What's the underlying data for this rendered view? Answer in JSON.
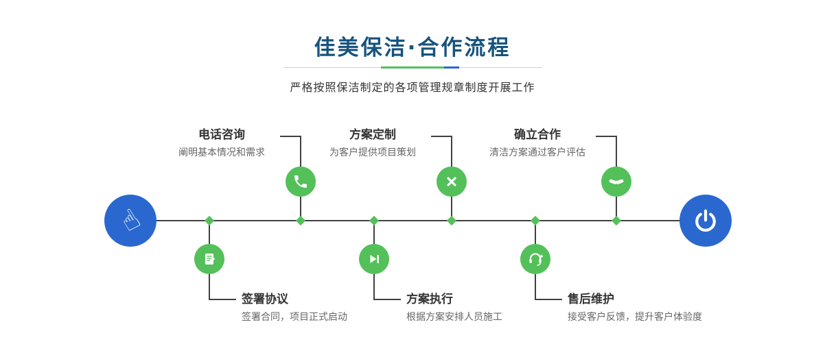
{
  "header": {
    "title": "佳美保洁·合作流程",
    "subtitle": "严格按照保洁制定的各项管理规章制度开展工作"
  },
  "timeline": {
    "start_icon": "pointing-hand-icon",
    "start_glyph": "☝",
    "end_icon": "power-icon",
    "steps_top": [
      {
        "title": "电话咨询",
        "desc": "阐明基本情况和需求",
        "icon": "phone-icon"
      },
      {
        "title": "方案定制",
        "desc": "为客户提供项目策划",
        "icon": "design-icon"
      },
      {
        "title": "确立合作",
        "desc": "清洁方案通过客户评估",
        "icon": "handshake-icon"
      }
    ],
    "steps_bottom": [
      {
        "title": "签署协议",
        "desc": "签署合同，项目正式启动",
        "icon": "contract-icon"
      },
      {
        "title": "方案执行",
        "desc": "根据方案安排人员施工",
        "icon": "play-icon"
      },
      {
        "title": "售后维护",
        "desc": "接受客户反馈，提升客户体验度",
        "icon": "service-icon"
      }
    ]
  },
  "colors": {
    "title_blue": "#16537e",
    "node_blue": "#2a68d0",
    "step_green": "#53c059",
    "line_dark": "#404040"
  }
}
